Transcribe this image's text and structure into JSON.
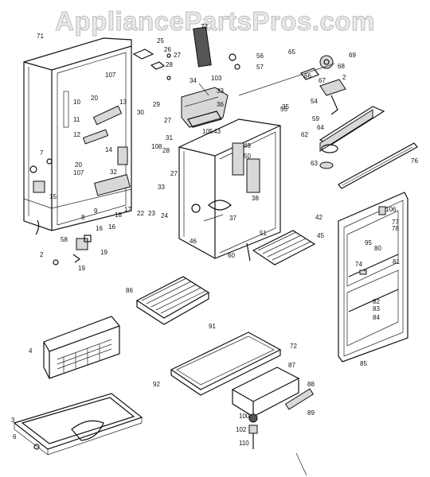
{
  "watermark": "AppliancePartsPros.com",
  "labels": [
    {
      "text": "71"
    },
    {
      "text": "72"
    },
    {
      "text": "25"
    },
    {
      "text": "26"
    },
    {
      "text": "27"
    },
    {
      "text": "28"
    },
    {
      "text": "56"
    },
    {
      "text": "57"
    },
    {
      "text": "65"
    },
    {
      "text": "69"
    },
    {
      "text": "68"
    },
    {
      "text": "66"
    },
    {
      "text": "67"
    },
    {
      "text": "2"
    },
    {
      "text": "107"
    },
    {
      "text": "34"
    },
    {
      "text": "103"
    },
    {
      "text": "33"
    },
    {
      "text": "36"
    },
    {
      "text": "35"
    },
    {
      "text": "10"
    },
    {
      "text": "20"
    },
    {
      "text": "13"
    },
    {
      "text": "29"
    },
    {
      "text": "30"
    },
    {
      "text": "11"
    },
    {
      "text": "27"
    },
    {
      "text": "12"
    },
    {
      "text": "31"
    },
    {
      "text": "105"
    },
    {
      "text": "43"
    },
    {
      "text": "14"
    },
    {
      "text": "28"
    },
    {
      "text": "108"
    },
    {
      "text": "49"
    },
    {
      "text": "50"
    },
    {
      "text": "7"
    },
    {
      "text": "20"
    },
    {
      "text": "107"
    },
    {
      "text": "32"
    },
    {
      "text": "27"
    },
    {
      "text": "33"
    },
    {
      "text": "15"
    },
    {
      "text": "9"
    },
    {
      "text": "17"
    },
    {
      "text": "22"
    },
    {
      "text": "23"
    },
    {
      "text": "24"
    },
    {
      "text": "18"
    },
    {
      "text": "8"
    },
    {
      "text": "37"
    },
    {
      "text": "38"
    },
    {
      "text": "46"
    },
    {
      "text": "16"
    },
    {
      "text": "2"
    },
    {
      "text": "58"
    },
    {
      "text": "19"
    },
    {
      "text": "16"
    },
    {
      "text": "19"
    },
    {
      "text": "55"
    },
    {
      "text": "54"
    },
    {
      "text": "59"
    },
    {
      "text": "64"
    },
    {
      "text": "62"
    },
    {
      "text": "63"
    },
    {
      "text": "76"
    },
    {
      "text": "42"
    },
    {
      "text": "51"
    },
    {
      "text": "45"
    },
    {
      "text": "60"
    },
    {
      "text": "106"
    },
    {
      "text": "77"
    },
    {
      "text": "78"
    },
    {
      "text": "95"
    },
    {
      "text": "80"
    },
    {
      "text": "81"
    },
    {
      "text": "74"
    },
    {
      "text": "82"
    },
    {
      "text": "83"
    },
    {
      "text": "84"
    },
    {
      "text": "85"
    },
    {
      "text": "86"
    },
    {
      "text": "91"
    },
    {
      "text": "72"
    },
    {
      "text": "4"
    },
    {
      "text": "92"
    },
    {
      "text": "87"
    },
    {
      "text": "88"
    },
    {
      "text": "89"
    },
    {
      "text": "3"
    },
    {
      "text": "100"
    },
    {
      "text": "102"
    },
    {
      "text": "6"
    },
    {
      "text": "110"
    }
  ]
}
